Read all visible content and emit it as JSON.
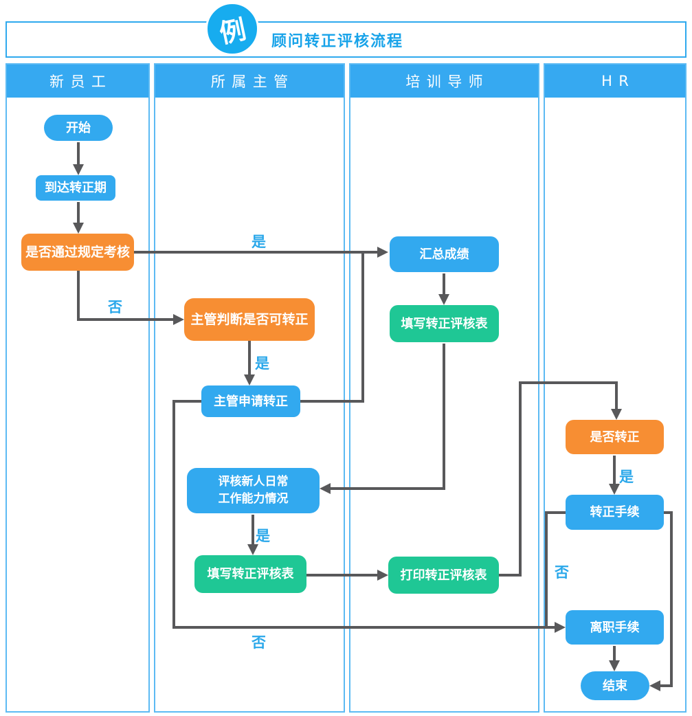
{
  "page": {
    "badge": "例",
    "title": "顾问转正评核流程"
  },
  "lanes": [
    {
      "label": "新员工"
    },
    {
      "label": "所属主管"
    },
    {
      "label": "培训导师"
    },
    {
      "label": "HR"
    }
  ],
  "nodes": {
    "start": {
      "label": "开始",
      "shape": "terminal",
      "color": "blue"
    },
    "reach_period": {
      "label": "到达转正期",
      "shape": "process",
      "color": "blue"
    },
    "pass_exam": {
      "label": "是否通过规定考核",
      "shape": "decision",
      "color": "orange"
    },
    "judge_transfer": {
      "label": "主管判断是否可转正",
      "shape": "decision",
      "color": "orange"
    },
    "apply_transfer": {
      "label": "主管申请转正",
      "shape": "process",
      "color": "blue"
    },
    "evaluate_ability": {
      "label": "评核新人日常\n工作能力情况",
      "shape": "process",
      "color": "blue"
    },
    "fill_form_supervisor": {
      "label": "填写转正评核表",
      "shape": "process",
      "color": "green"
    },
    "summarize_scores": {
      "label": "汇总成绩",
      "shape": "process",
      "color": "blue"
    },
    "fill_form_mentor": {
      "label": "填写转正评核表",
      "shape": "process",
      "color": "green"
    },
    "print_form": {
      "label": "打印转正评核表",
      "shape": "process",
      "color": "green"
    },
    "is_transfer": {
      "label": "是否转正",
      "shape": "decision",
      "color": "orange"
    },
    "transfer_procedure": {
      "label": "转正手续",
      "shape": "process",
      "color": "blue"
    },
    "resign_procedure": {
      "label": "离职手续",
      "shape": "process",
      "color": "blue"
    },
    "end": {
      "label": "结束",
      "shape": "terminal",
      "color": "blue"
    }
  },
  "edge_labels": {
    "pass_yes": "是",
    "pass_no": "否",
    "judge_yes": "是",
    "evaluate_yes": "是",
    "transfer_yes": "是",
    "transfer_no": "否",
    "apply_no": "否"
  },
  "colors": {
    "node_blue": "#32A9EF",
    "node_green": "#1FC795",
    "node_orange": "#F78E33",
    "lane_header_blue": "#36A9F1",
    "lane_border_blue": "#5CBAF3",
    "title_border_blue": "#2EA9EE",
    "title_text_blue": "#18A3E9",
    "badge_blue": "#17ACEF",
    "connector_gray": "#58585A",
    "edge_label_blue": "#29A7EA"
  }
}
